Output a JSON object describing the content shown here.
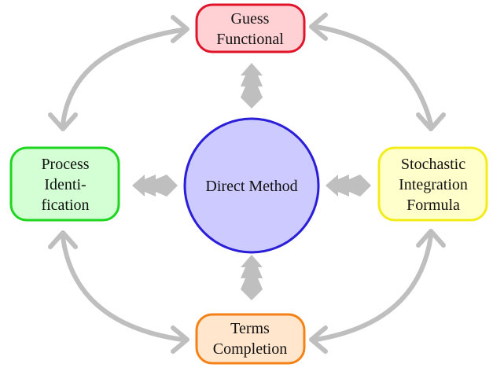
{
  "center": {
    "label": "Direct Method",
    "fill": "#cccaff",
    "stroke": "#2a1fd6"
  },
  "nodes": {
    "top": {
      "lines": [
        "Guess",
        "Functional"
      ],
      "fill": "#ffd1d4",
      "stroke": "#e0142a"
    },
    "right": {
      "lines": [
        "Stochastic",
        "Integration",
        "Formula"
      ],
      "fill": "#ffffcc",
      "stroke": "#f2ec1a"
    },
    "bottom": {
      "lines": [
        "Terms",
        "Completion"
      ],
      "fill": "#ffe6cc",
      "stroke": "#f58216"
    },
    "left": {
      "lines": [
        "Process",
        "Identi-",
        "fication"
      ],
      "fill": "#d4ffd4",
      "stroke": "#1ed61e"
    }
  },
  "arrow_color": "#bfbfbf"
}
